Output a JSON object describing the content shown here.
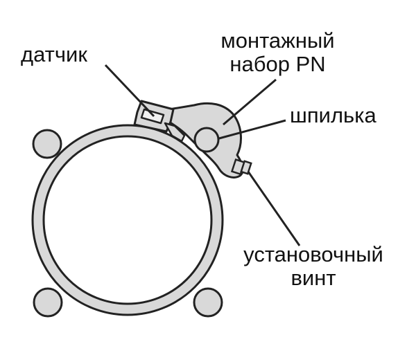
{
  "labels": {
    "sensor": "датчик",
    "mounting_kit_line1": "монтажный",
    "mounting_kit_line2": "набор PN",
    "stud": "шпилька",
    "set_screw_line1": "установочный",
    "set_screw_line2": "винт"
  },
  "colors": {
    "stroke": "#222222",
    "fill_gray": "#d9d9d9",
    "fill_light": "#f0f0f0",
    "background": "#ffffff"
  }
}
